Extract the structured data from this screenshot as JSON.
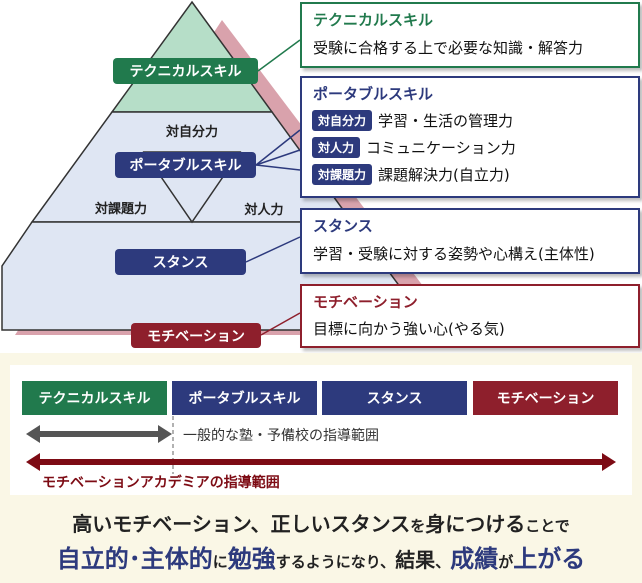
{
  "colors": {
    "technical": "#217a4d",
    "portable": "#2d3a7d",
    "stance": "#2d3a7d",
    "motivation": "#8e1f2c",
    "pyramid_top": "#b6dec8",
    "pyramid_body": "#dfe6f3",
    "shadow": "#d9a2ac",
    "bottom_bg": "#faf7e6",
    "gray_arrow": "#555555",
    "red_arrow": "#7d0b14"
  },
  "pyramid": {
    "tag_technical": "テクニカルスキル",
    "tag_portable": "ポータブルスキル",
    "tag_stance": "スタンス",
    "tag_motivation": "モチベーション",
    "sub_self": "対自分力",
    "sub_task": "対課題力",
    "sub_people": "対人力"
  },
  "boxes": {
    "technical": {
      "title": "テクニカルスキル",
      "desc": "受験に合格する上で必要な知識・解答力"
    },
    "portable": {
      "title": "ポータブルスキル",
      "rows": [
        {
          "label": "対自分力",
          "text": "学習・生活の管理力"
        },
        {
          "label": "対人力",
          "text": "コミュニケーション力"
        },
        {
          "label": "対課題力",
          "text": "課題解決力(自立力)"
        }
      ]
    },
    "stance": {
      "title": "スタンス",
      "desc": "学習・受験に対する姿勢や心構え(主体性)"
    },
    "motivation": {
      "title": "モチベーション",
      "desc": "目標に向かう強い心(やる気)"
    }
  },
  "scope": {
    "bars": [
      "テクニカルスキル",
      "ポータブルスキル",
      "スタンス",
      "モチベーション"
    ],
    "general": "一般的な塾・予備校の指導範囲",
    "academy": "モチベーションアカデミアの指導範囲"
  },
  "message": {
    "line1": [
      {
        "t": "高いモチベーション、正しいスタンス",
        "s": "l"
      },
      {
        "t": "を",
        "s": "s"
      },
      {
        "t": "身につける",
        "s": "l"
      },
      {
        "t": "ことで",
        "s": "s"
      }
    ],
    "line2": [
      {
        "t": "自立的･主体的",
        "s": "b"
      },
      {
        "t": "に",
        "s": "s"
      },
      {
        "t": "勉強",
        "s": "b"
      },
      {
        "t": "するようになり、",
        "s": "s"
      },
      {
        "t": "結果",
        "s": "k"
      },
      {
        "t": "、",
        "s": "s"
      },
      {
        "t": "成績",
        "s": "b"
      },
      {
        "t": "が",
        "s": "s"
      },
      {
        "t": "上がる",
        "s": "b"
      }
    ]
  }
}
